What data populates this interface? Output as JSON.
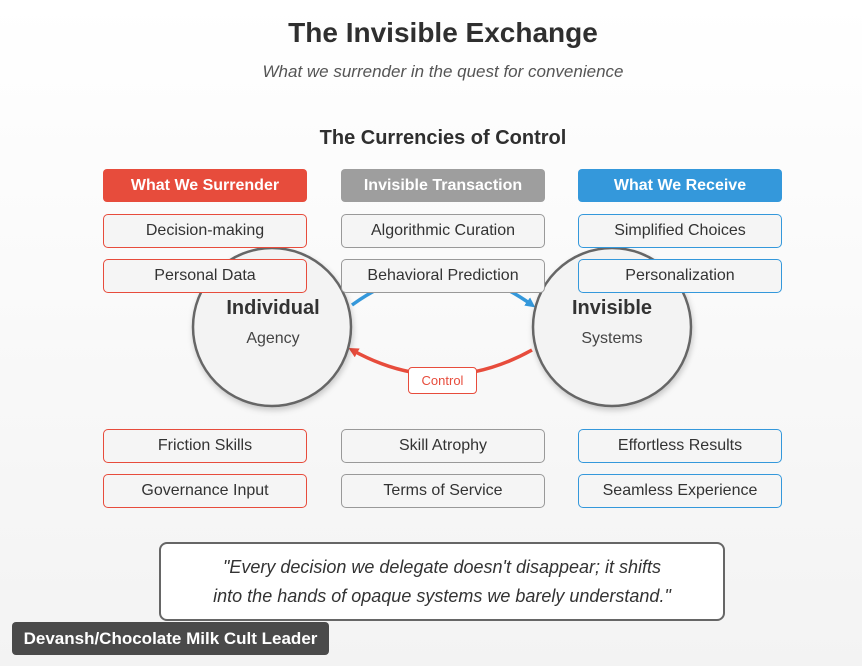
{
  "header": {
    "title": "The Invisible Exchange",
    "subtitle": "What we surrender in the quest for convenience"
  },
  "section_title": "The Currencies of Control",
  "columns": {
    "surrender": {
      "label": "What We Surrender",
      "items": [
        "Decision-making",
        "Personal Data",
        "Friction Skills",
        "Governance Input"
      ]
    },
    "transaction": {
      "label": "Invisible Transaction",
      "items": [
        "Algorithmic Curation",
        "Behavioral Prediction",
        "Skill Atrophy",
        "Terms of Service"
      ]
    },
    "receive": {
      "label": "What We Receive",
      "items": [
        "Simplified Choices",
        "Personalization",
        "Effortless Results",
        "Seamless Experience"
      ]
    }
  },
  "circles": {
    "individual": {
      "title": "Individual",
      "subtitle": "Agency"
    },
    "systems": {
      "title": "Invisible",
      "subtitle": "Systems"
    }
  },
  "flow": {
    "return_label": "Control"
  },
  "quote": {
    "line1": "\"Every decision we delegate doesn't disappear; it shifts",
    "line2": "into the hands of opaque systems we barely understand.\""
  },
  "credit": "Devansh/Chocolate Milk Cult Leader",
  "colors": {
    "surrender": "#e74c3c",
    "transaction": "#9e9e9e",
    "receive": "#3498db",
    "circle_border": "#666666"
  }
}
